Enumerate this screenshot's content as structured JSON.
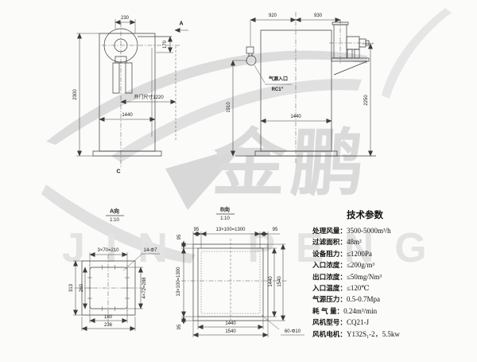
{
  "watermark": {
    "cn": "金鹏",
    "en": "JIN PENG"
  },
  "view_front": {
    "dim_230": "230",
    "section_a": "A",
    "dim_170": "170",
    "dim_2300": "2300",
    "door_dim": "开门尺寸1220",
    "dim_1440": "1440",
    "section_c": "C"
  },
  "view_side": {
    "dim_920": "920",
    "dim_930": "930",
    "inlet_line1": "气源入口",
    "inlet_line2": "RC1\"",
    "dim_1910": "1910",
    "dim_1440": "1440",
    "dim_2250": "2250"
  },
  "view_a": {
    "title": "A向",
    "scale": "1:10",
    "dim_top": "3×70=210",
    "holes": "14-Φ7",
    "dim_left_outer": "313",
    "dim_left_inner": "260",
    "dim_right": "4×72=288",
    "dim_bottom_inner": "180",
    "dim_bottom_outer": "236"
  },
  "view_b": {
    "title": "B向",
    "scale": "1:10",
    "dim_top_left": "95",
    "dim_top_center": "13×100=1300",
    "dim_top_right": "95",
    "dim_left_top": "95",
    "dim_left_center": "13×100=1300",
    "dim_left_bottom": "95",
    "dim_right_inner": "1440",
    "dim_right_outer": "1540",
    "dim_bottom_inner": "1440",
    "dim_bottom_outer": "1540",
    "holes": "60-Φ10"
  },
  "tech_params": {
    "title": "技术参数",
    "rows": [
      {
        "label": "处理风量：",
        "value": "3500-5000m³/h"
      },
      {
        "label": "过滤面积：",
        "value": "48m²"
      },
      {
        "label": "设备阻力：",
        "value": "≤1200Pa"
      },
      {
        "label": "入口浓度：",
        "value": "≤200g/m³"
      },
      {
        "label": "出口浓度：",
        "value": "≤50mg/Nm³"
      },
      {
        "label": "入口温度：",
        "value": "≤120℃"
      },
      {
        "label": "气源压力：",
        "value": "0.5-0.7Mpa"
      },
      {
        "label": "耗 气 量：",
        "value": "0.24m³/min"
      },
      {
        "label": "风机型号：",
        "value": "CQ21-J"
      },
      {
        "label": "风机电机：",
        "value": "Y132S₁-2，5.5kw"
      }
    ]
  }
}
